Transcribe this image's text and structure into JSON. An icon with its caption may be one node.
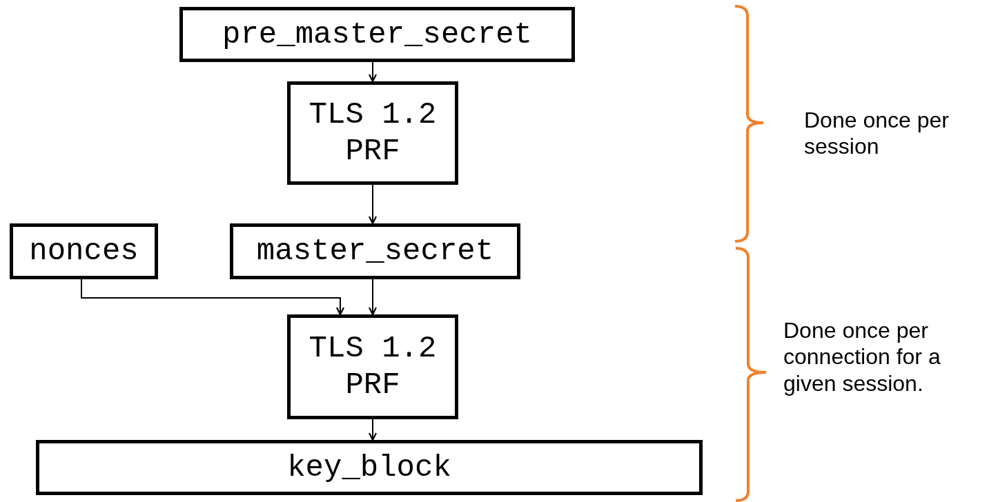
{
  "diagram": {
    "nodes": [
      {
        "text": [
          "pre_master_secret"
        ]
      },
      {
        "text": [
          "TLS 1.2 PRF"
        ]
      },
      {
        "text": [
          "nonces"
        ]
      },
      {
        "text": [
          "master_secret"
        ]
      },
      {
        "text": [
          "TLS 1.2 PRF"
        ]
      },
      {
        "text": [
          "key_block"
        ]
      }
    ],
    "edges": [
      {
        "from": 0,
        "to": 1,
        "arrow": "to"
      },
      {
        "from": 1,
        "to": 3,
        "arrow": "to"
      },
      {
        "from": 2,
        "to": 4,
        "arrow": "to"
      },
      {
        "from": 3,
        "to": 4,
        "arrow": "to"
      },
      {
        "from": 4,
        "to": 5,
        "arrow": "to"
      }
    ],
    "labels": [
      "Done once per session",
      "Done once per connection for a given session."
    ]
  }
}
